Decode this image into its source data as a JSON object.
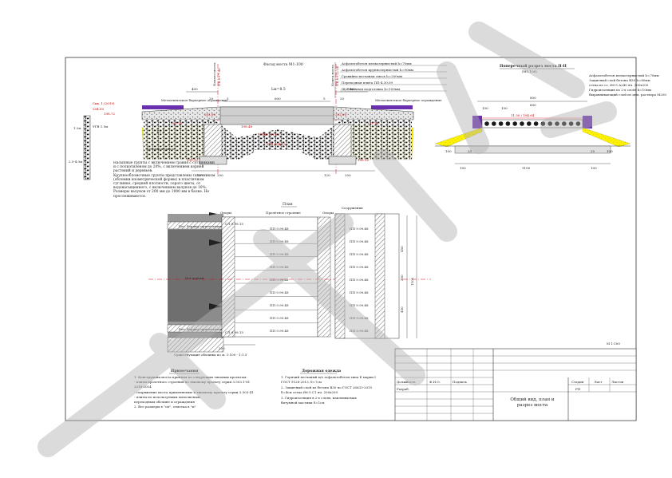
{
  "colors": {
    "watermark": "#c8c8c8",
    "soil": "#fff200",
    "barrier": "#6a2fb0",
    "section_line": "#e0001b",
    "ink": "#222222"
  },
  "facade": {
    "title": "Фасад моста М1:100",
    "axis_left": "Начало моста",
    "axis_right": "Конец моста",
    "pk_left": "ПК 0+7.98",
    "pk_right": "ПК 0+12.28",
    "dim_400_left": "400",
    "dim_400_right": "400",
    "span_label": "Lм=8.5",
    "dim_600": "600",
    "dim_20_left": "20",
    "dim_20_right": "20",
    "dim_5_left": "5",
    "dim_5_right": "5",
    "barrier_left": "Металлическое барьерное ограждение",
    "barrier_right": "Металлическое барьерное ограждение",
    "elev_top_left": "202.00",
    "elev_top_right": "202.00",
    "elev_mid": "198.48",
    "elev_low_left": "197.76",
    "elev_low_right": "197.76",
    "elev_water": "УВВ 197.35",
    "elev_ugv": "УГВ 194.12",
    "elev_bottom_left": "195.12",
    "elev_bottom_right": "195.12",
    "sand_left": "Бетонная смесь",
    "dims_bottom": [
      "120",
      "200",
      "120",
      "200"
    ],
    "ratio": "1:1.5"
  },
  "borehole": {
    "title": "Скв. 1 (2019)",
    "top_elev": "204.00",
    "mid_elev": "198.72",
    "markers": [
      "1.2м",
      "УГВ 1.5м",
      "2.5-4.0м"
    ],
    "note1": "Насыпные грунты с включением гравия с суглинками и с полиэтиленом до 20%, с включением корней растений и деревьев.",
    "note2": "Крупнообломочные грунты представлены галечником (обломки изометрической формы) в пластичном суглинке, средней плотности, серого цвета, от водонасыщенного, с включением валунов до 10%. Размеры валунов от 200 мм до 1000 мм в балке. Не прослеживаются."
  },
  "layers": {
    "items": [
      "Асфальтобетон мелкозернистый h=70мм",
      "Асфальтобетон крупнозернистый h=90мм",
      "Гравийно-песчаная смесь h=200мм",
      "Переходная плита ПП-4.30.09",
      "Щебёночная подготовка h=100мм"
    ]
  },
  "section": {
    "title": "Поперечный разрез моста II-II",
    "scale": "(М1:100)",
    "dim_top": "800",
    "dims_mid": [
      "100",
      "100",
      "600"
    ],
    "dims_low": [
      "100",
      "300",
      "100",
      "200"
    ],
    "elev": "11.50 / 194.64",
    "notes": [
      "Асфальтобетон мелкозернистый h=70мм",
      "Защитный слой бетона В30 h=80мм",
      "сетка из ст. Ø6-5 А240 яч. 200х200",
      "Гидроизоляция из 2-х слоёв h=10мм",
      "Выравнивающий слой из цем. раствора М200"
    ],
    "dims_bottom": [
      "100",
      "25",
      "25",
      "100"
    ],
    "dim_total": "1100"
  },
  "plan": {
    "title": "План",
    "col_supports_left": "Опоры",
    "col_spans": "Пролётное строение",
    "col_supports_right": "Опоры",
    "col_section": "Сооружения",
    "left_row_top": "Бет. бордюр прилегающий",
    "left_row_bottom": "Бет. бордюр прилегающий",
    "axis_label": "Ось дороги",
    "beams": [
      "ПП 9.99.48",
      "ПП 9.99.48",
      "ПП 9.99.48",
      "ПП 9.99.48",
      "ПП 9.99.48",
      "ПП 9.99.48",
      "ПП 9.99.48",
      "ПП 9.99.48",
      "ПП 9.99.48"
    ],
    "beams_right": [
      "ПП 9.99.48",
      "ПП 9.99.48",
      "ПП 9.99.48",
      "ПП 9.99.48",
      "ПП 9.99.48",
      "ПП 9.99.48",
      "ПП 9.99.48",
      "ПП 9.99.48",
      "ПП 9.99.48"
    ],
    "joint_top": "СЛ 9.99.15",
    "joint_bottom": "СЛ 9.99.15",
    "dim_200": "200",
    "dim_width": "1100",
    "dims_right": [
      "450",
      "200",
      "450"
    ],
    "scale": "М 1:100",
    "legend_small": "Существующие обочины\nпо м. 1:100 - 1:1.5"
  },
  "notes_primary": {
    "title": "Примечания",
    "lines": [
      "1. Конструкции моста приняты по следующим типовым проектам:",
      "- плиты пролетного строения по типовому проекту серии 3.503.1-81",
      "2018-2014",
      "- сопряжение моста применяемые к типовому проекту серии 3.503-41",
      "- плиты по используемым монолитным",
      "  переходным обочине и ограждения",
      "2. Все размеры в \"см\", отметка в \"м\""
    ]
  },
  "notes_road": {
    "title": "Дорожная одежда",
    "lines": [
      "1. Горячий песчаный м/з асфальтобетон типа Б марки I",
      "   ГОСТ 9128-2013, δ=7см",
      "2. Защитный слой из бетона В30 по ГОСТ 26633-2015",
      "   δ=4см сетка Ø6-5 С1 яч. 200х200",
      "3. Гидроизоляция в 2-х слоях, наклеиваемая",
      "   битумной мастики δ=1см"
    ]
  },
  "title_block": {
    "row1": [
      "Должность",
      "Ф.И.О.",
      "Подпись"
    ],
    "row2": [
      "Разраб.",
      "",
      ""
    ],
    "stage_header": "Стадия",
    "sheet_header": "Лист",
    "sheets_header": "Листов",
    "stage_value": "РП",
    "sheet_value": "",
    "sheets_value": "",
    "caption": "Общий вид, план и разрез моста"
  }
}
